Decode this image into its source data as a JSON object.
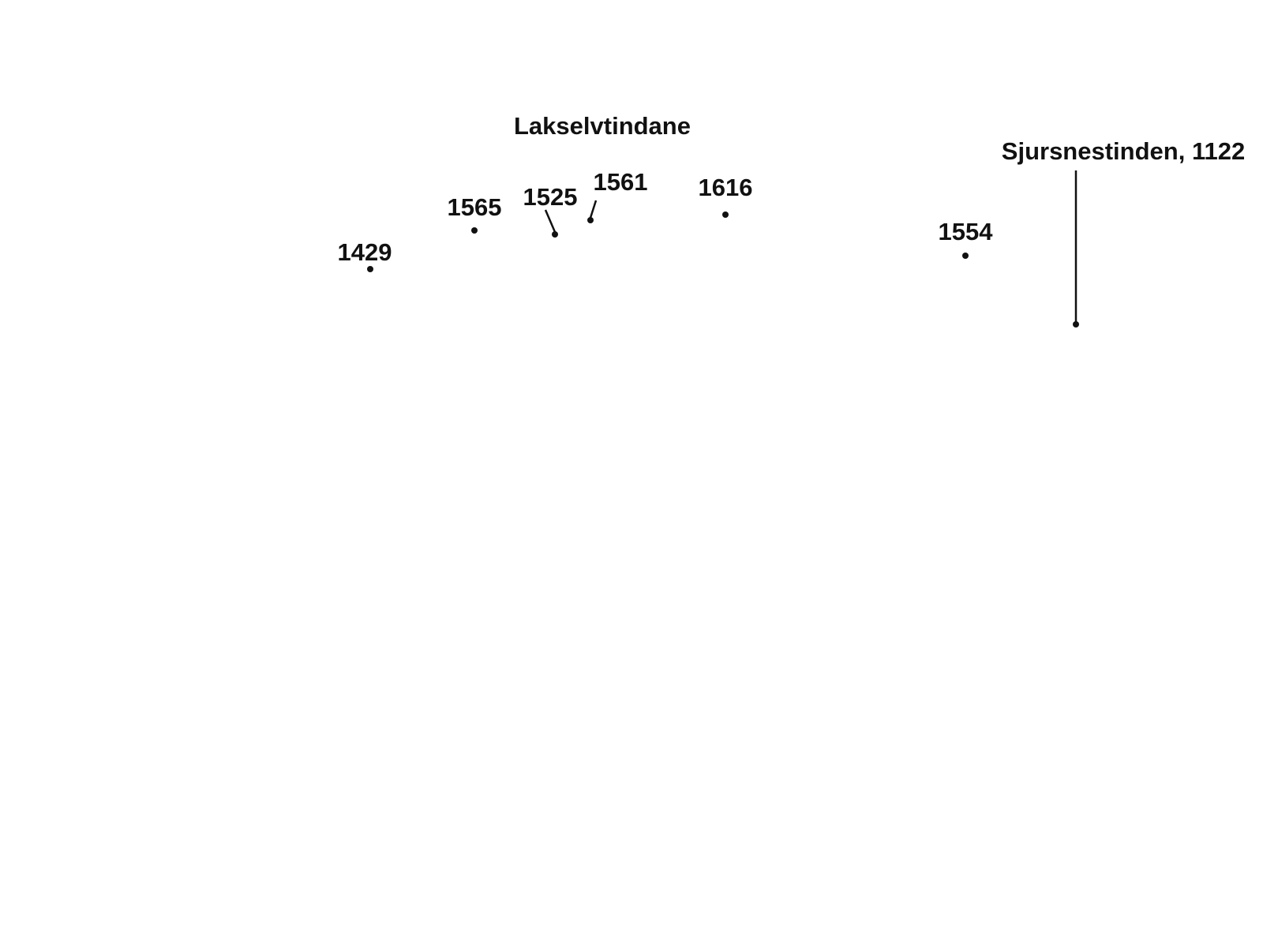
{
  "range_name": "Lakselvtindane",
  "peaks": [
    {
      "id": "peak-1429",
      "label": "1429"
    },
    {
      "id": "peak-1565",
      "label": "1565"
    },
    {
      "id": "peak-1525",
      "label": "1525"
    },
    {
      "id": "peak-1561",
      "label": "1561"
    },
    {
      "id": "peak-1616",
      "label": "1616"
    },
    {
      "id": "peak-1554",
      "label": "1554"
    },
    {
      "id": "peak-sjursnestinden",
      "label": "Sjursnestinden, 1122"
    }
  ],
  "colors": {
    "ink": "#111111",
    "background": "#ffffff"
  }
}
